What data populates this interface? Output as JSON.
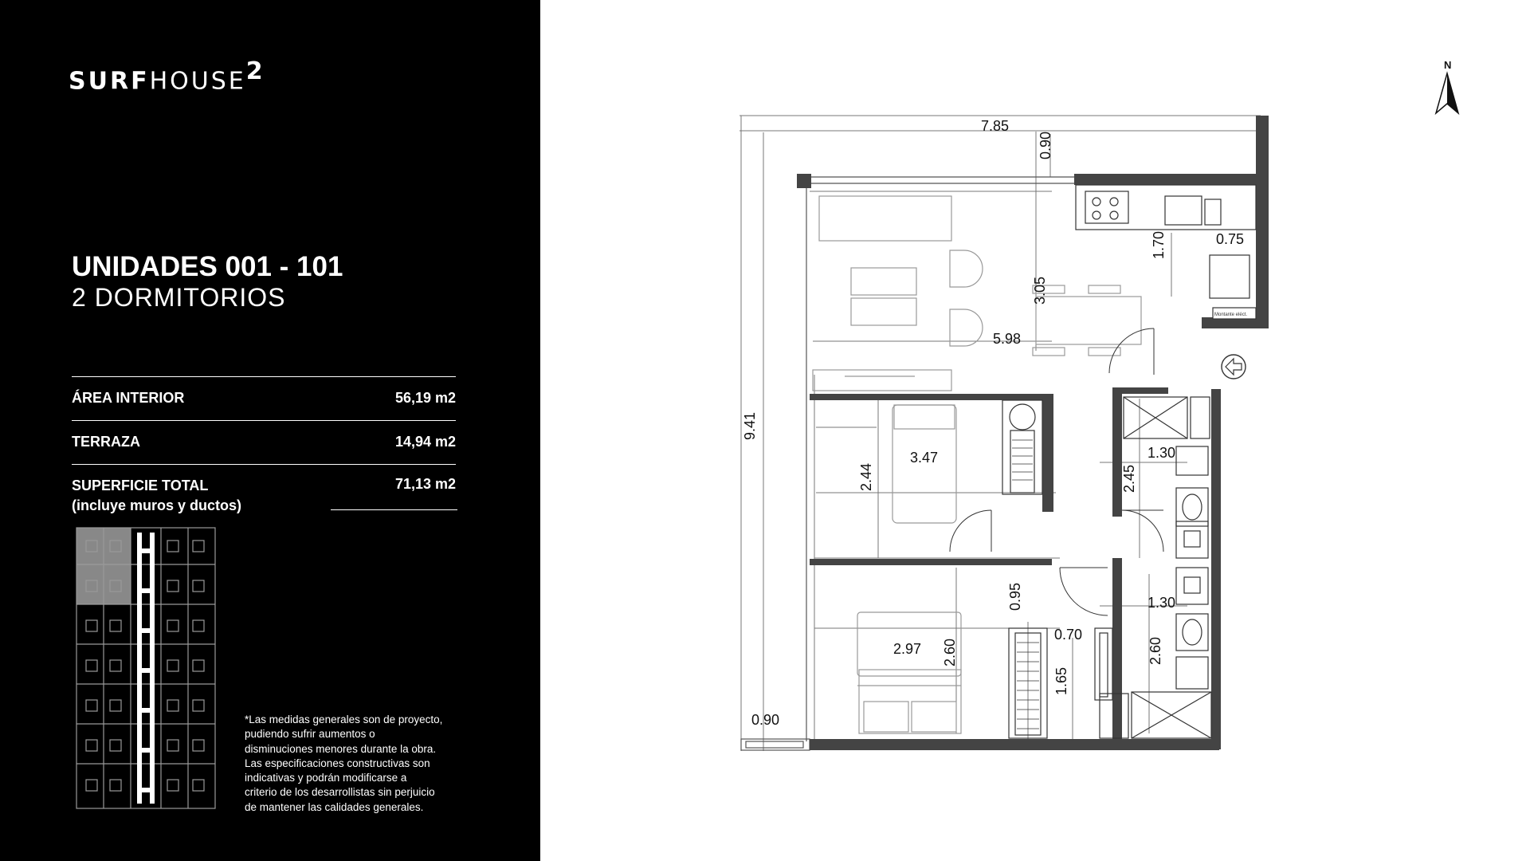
{
  "brand": {
    "name_bold": "SURF",
    "name_light": "HOUSE",
    "superscript": "2"
  },
  "units": {
    "title": "UNIDADES 001 - 101",
    "subtitle": "2 DORMITORIOS"
  },
  "specs": [
    {
      "label": "ÁREA INTERIOR",
      "value": "56,19 m2"
    },
    {
      "label": "TERRAZA",
      "value": "14,94 m2"
    },
    {
      "label_line1": "SUPERFICIE TOTAL",
      "label_line2": "(incluye muros y ductos)",
      "value": "71,13 m2"
    }
  ],
  "disclaimer": [
    "*Las medidas generales son de proyecto,",
    "pudiendo sufrir aumentos o",
    "disminuciones menores durante la obra.",
    "Las especificaciones constructivas son",
    "indicativas y podrán modificarse a",
    "criterio de los desarrollistas sin perjuicio",
    "de mantener las calidades generales."
  ],
  "north": "N",
  "plan": {
    "dims": {
      "top_width": "7.85",
      "top_offset": "0.90",
      "kitchen_depth": "1.70",
      "kitchen_side": "0.75",
      "living_depth": "3.05",
      "living_width": "5.98",
      "total_height": "9.41",
      "bed1_width": "3.47",
      "bed1_depth": "2.44",
      "bath1_depth": "2.45",
      "bath1_width": "1.30",
      "bath2_width": "1.30",
      "hall_depth": "0.95",
      "hall_width": "0.70",
      "bed2_width": "2.97",
      "bed2_depth": "2.60",
      "closet_depth": "1.65",
      "bath2_depth": "2.60",
      "terrace_width": "0.90"
    },
    "notes": {
      "heater": "Montante eléct."
    }
  }
}
